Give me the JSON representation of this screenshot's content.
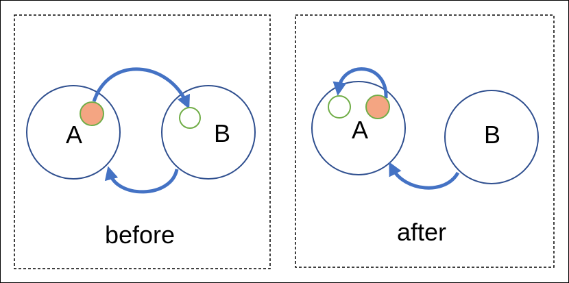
{
  "panels": [
    {
      "caption": "before",
      "nodes": [
        {
          "label": "A"
        },
        {
          "label": "B"
        }
      ]
    },
    {
      "caption": "after",
      "nodes": [
        {
          "label": "A"
        },
        {
          "label": "B"
        }
      ]
    }
  ],
  "colors": {
    "circle_stroke": "#2f4f8f",
    "arrow": "#4472c4",
    "filled_token": "#f4a582",
    "token_stroke": "#70ad47",
    "panel_border": "#000000"
  }
}
